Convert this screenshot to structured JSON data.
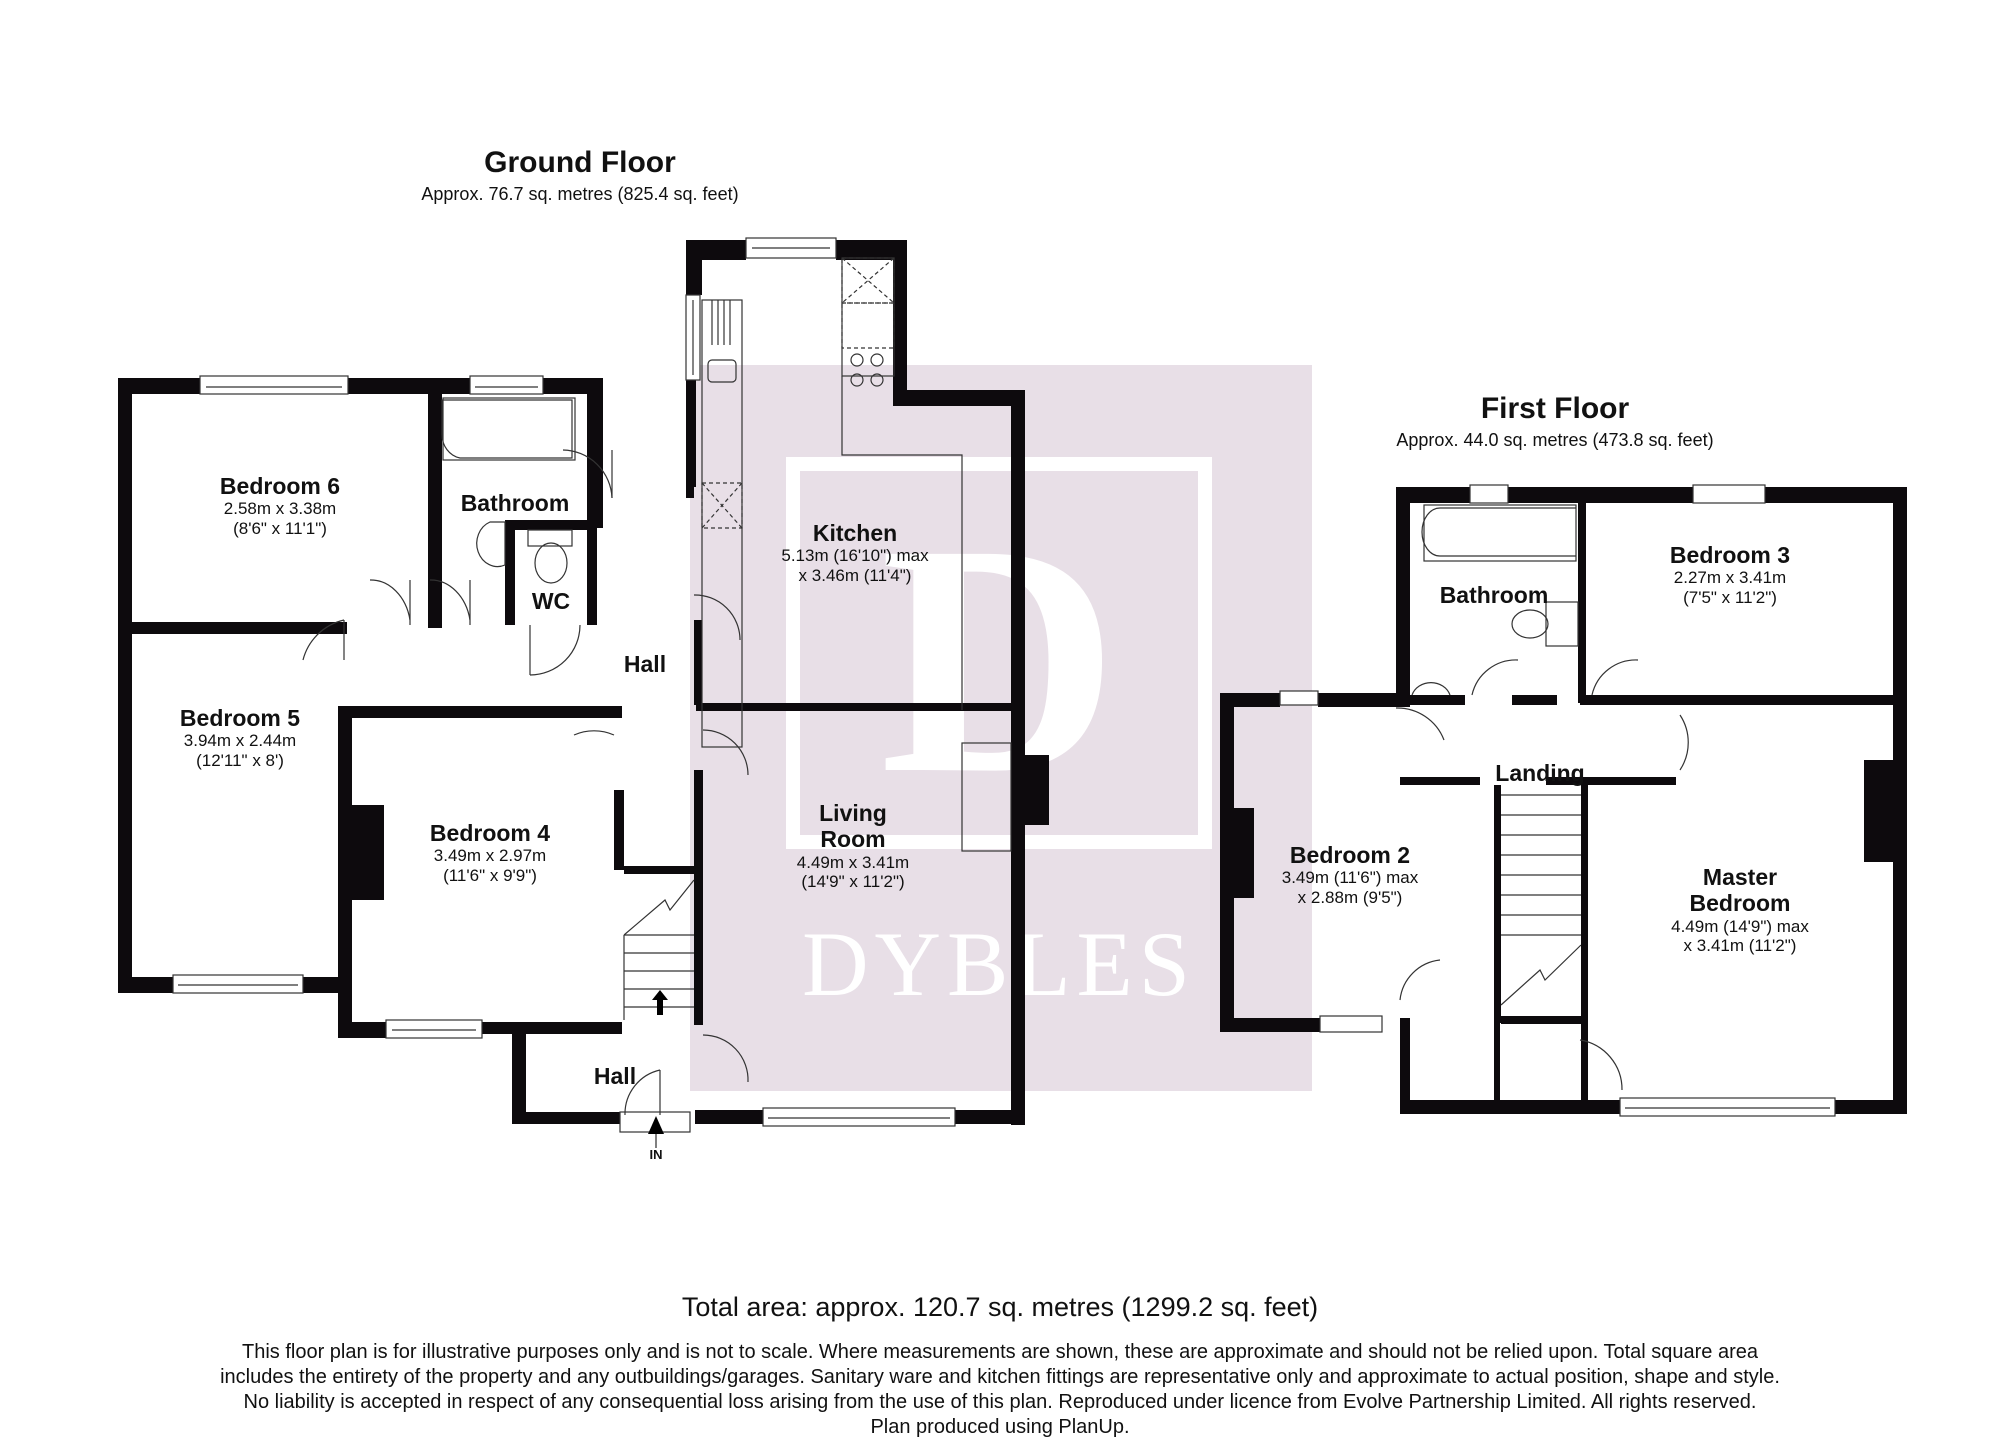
{
  "colors": {
    "wall": "#0d0a0d",
    "watermark_bg": "#e8dfe7",
    "watermark_fg": "#ffffff",
    "background": "#ffffff"
  },
  "ground_floor": {
    "title": "Ground Floor",
    "area": "Approx.  76.7 sq. metres (825.4 sq. feet)",
    "rooms": [
      {
        "name": "Bedroom 6",
        "dim1": "2.58m x 3.38m",
        "dim2": "(8'6\" x 11'1\")"
      },
      {
        "name": "Bathroom",
        "dim1": "",
        "dim2": ""
      },
      {
        "name": "WC",
        "dim1": "",
        "dim2": ""
      },
      {
        "name": "Hall",
        "dim1": "",
        "dim2": ""
      },
      {
        "name": "Kitchen",
        "dim1": "5.13m (16'10\") max",
        "dim2": "x 3.46m (11'4\")"
      },
      {
        "name": "Bedroom 5",
        "dim1": "3.94m x 2.44m",
        "dim2": "(12'11\" x 8')"
      },
      {
        "name": "Bedroom 4",
        "dim1": "3.49m x 2.97m",
        "dim2": "(11'6\" x 9'9\")"
      },
      {
        "name": "Living Room",
        "line1": "Living",
        "line2": "Room",
        "dim1": "4.49m x 3.41m",
        "dim2": "(14'9\" x 11'2\")"
      },
      {
        "name": "Hall",
        "dim1": "",
        "dim2": ""
      }
    ],
    "entrance_label": "IN"
  },
  "first_floor": {
    "title": "First Floor",
    "area": "Approx.  44.0 sq. metres (473.8 sq. feet)",
    "rooms": [
      {
        "name": "Bathroom",
        "dim1": "",
        "dim2": ""
      },
      {
        "name": "Bedroom 3",
        "dim1": "2.27m x 3.41m",
        "dim2": "(7'5\" x 11'2\")"
      },
      {
        "name": "Landing",
        "dim1": "",
        "dim2": ""
      },
      {
        "name": "Bedroom 2",
        "dim1": "3.49m (11'6\") max",
        "dim2": "x 2.88m (9'5\")"
      },
      {
        "name": "Master Bedroom",
        "line1": "Master",
        "line2": "Bedroom",
        "dim1": "4.49m (14'9\") max",
        "dim2": "x 3.41m (11'2\")"
      }
    ]
  },
  "watermark": {
    "letter": "D",
    "brand": "DYBLES"
  },
  "footer": {
    "total": "Total area: approx. 120.7 sq. metres (1299.2 sq. feet)",
    "disclaimer": [
      "This floor plan is for illustrative purposes only and is not to scale.  Where measurements are shown, these are approximate and should not be relied upon. Total square area",
      "includes the entirety of the property and any outbuildings/garages. Sanitary ware and kitchen fittings are representative only and approximate to actual position, shape and style.",
      "No liability is accepted in respect of any consequential loss arising from the use of this plan. Reproduced under licence from Evolve Partnership Limited. All rights reserved.",
      "Plan produced using PlanUp."
    ]
  }
}
